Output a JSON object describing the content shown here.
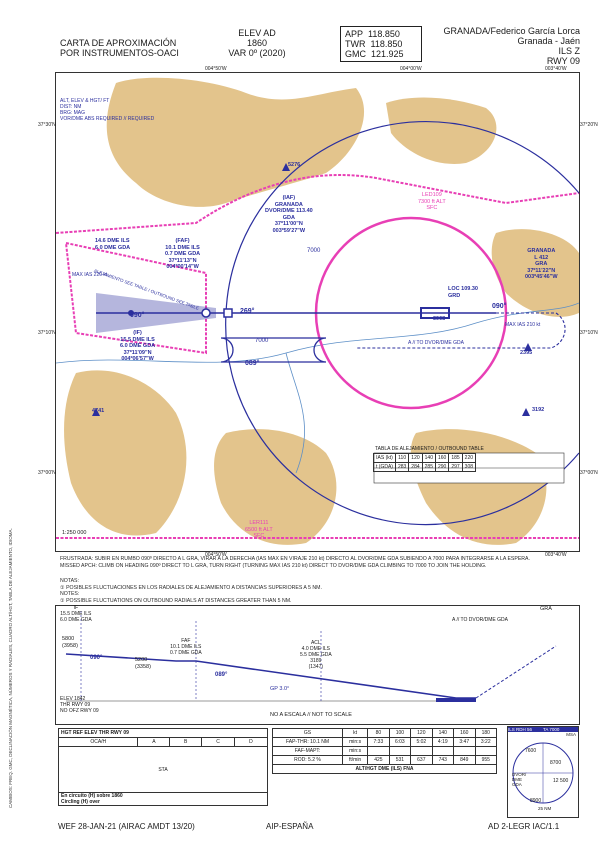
{
  "header": {
    "chart_title_line1": "CARTA DE APROXIMACIÓN",
    "chart_title_line2": "POR INSTRUMENTOS-OACI",
    "elev_label": "ELEV AD",
    "elev_value": "1860",
    "var_label": "VAR 0º (2020)",
    "freq": [
      {
        "name": "APP",
        "value": "118.850"
      },
      {
        "name": "TWR",
        "value": "118.850"
      },
      {
        "name": "GMC",
        "value": "121.925"
      }
    ],
    "airport_line1": "GRANADA/Federico García Lorca",
    "airport_line2": "Granada - Jaén",
    "procedure": "ILS Z",
    "runway": "RWY 09"
  },
  "map": {
    "top_coords": [
      "004°50'W",
      "004°00'W",
      "003°40'W"
    ],
    "bottom_coords": [
      "004°50'W",
      "003°40'W"
    ],
    "left_coords": [
      "37°30'N",
      "37°10'N",
      "37°00'N"
    ],
    "right_coords": [
      "37°20'N",
      "37°10'N",
      "37°00'N"
    ],
    "legend_lines": [
      "ALT, ELEV & HGT/ FT",
      "DIST: NM",
      "BRG: MAG",
      "VOR/DME ABS REQUIRED // REQUIRED"
    ],
    "scale": "1:250 000",
    "iaf": {
      "label": "(IAF)",
      "name": "GRANADA",
      "type": "DVOR/DME 113.40",
      "ident": "GDA",
      "lat": "37º11'00\"N",
      "lon": "003º59'27\"W"
    },
    "faf": {
      "label": "(FAF)",
      "l1": "10.1 DME ILS",
      "l2": "0.7 DME GDA",
      "lat": "37º11'13\"N",
      "lon": "004º00'14\"W"
    },
    "if": {
      "label": "(IF)",
      "l1": "15.5 DME ILS",
      "l2": "6.0 DME GDA",
      "lat": "37º11'09\"N",
      "lon": "004º06'57\"W"
    },
    "granada_ndb": {
      "name": "GRANADA",
      "l1": "L 412",
      "l2": "GRA",
      "lat": "37º11'22\"N",
      "lon": "003º45'46\"W"
    },
    "loc": {
      "l1": "LOC 109.30",
      "l2": "GRD"
    },
    "dme_arc": {
      "l1": "14.6 DME ILS",
      "l2": "6.0 DME GDA"
    },
    "max_ias_220": "MAX IAS 220 kt",
    "max_ias_210": "MAX IAS 210 kt",
    "outbound": "ALEJAMIENTO SEE TABLE / OUTBOUND SEE TABLE",
    "bearing_090": "090°",
    "bearing_269": "269°",
    "bearing_089": "089°",
    "bearing_090b": "090°",
    "alt_7000a": "7000",
    "alt_7000b": "7000",
    "restricted1": {
      "l1": "LED109",
      "l2": "7300 ft ALT",
      "l3": "SFC"
    },
    "restricted2": {
      "l1": "LER111",
      "l2": "6500 ft ALT",
      "l3": "SFC"
    },
    "peaks": [
      {
        "v": "5276"
      },
      {
        "v": "4741"
      },
      {
        "v": "3192"
      },
      {
        "v": "2395"
      },
      {
        "v": "3908"
      }
    ],
    "to_dvor": "A // TO DVOR/DME GDA",
    "table_title": "TABLA DE ALEJAMIENTO / OUTBOUND TABLE",
    "table_head": [
      "IAS (kt)",
      "110",
      "120",
      "140",
      "160",
      "185",
      "220"
    ],
    "table_row": [
      "t (GDA)",
      "283",
      "284",
      "285",
      "290",
      "297",
      "308"
    ]
  },
  "missed": {
    "es": "FRUSTRADA: SUBIR EN RUMBO 090º DIRECTO A L GRA, VIRAR A LA DERECHA (IAS MAX EN VIRAJE 210 kt) DIRECTO AL DVOR/DME GDA SUBIENDO A 7000 PARA INTEGRARSE A LA ESPERA.",
    "en": "MISSED APCH: CLIMB ON HEADING 090º DIRECT TO L GRA, TURN RIGHT (TURNING MAX IAS 210 kt) DIRECT TO DVOR/DME GDA CLIMBING TO 7000 TO JOIN THE HOLDING."
  },
  "notes": {
    "title": "NOTAS:",
    "n1": "① POSIBLES FLUCTUACIONES EN LOS RADIALES DE ALEJAMIENTO A DISTANCIAS SUPERIORES A 5 NM.",
    "title_en": "NOTES:",
    "n1_en": "① POSSIBLE FLUCTUATIONS ON OUTBOUND RADIALS AT DISTANCES GREATER THAN 5 NM."
  },
  "profile": {
    "if": {
      "l1": "IF",
      "l2": "15.5 DME ILS",
      "l3": "6.0 DME GDA"
    },
    "faf": {
      "l1": "FAF",
      "l2": "10.1 DME ILS",
      "l3": "0.7 DME GDA"
    },
    "acl": {
      "l1": "ACL",
      "l2": "4.0 DME ILS",
      "l3": "5.5 DME GDA"
    },
    "alt1": "5800",
    "alt1b": "(3958)",
    "alt2": "5200",
    "alt2b": "(3358)",
    "alt3": "3189",
    "alt3b": "(1347)",
    "hdg1": "090°",
    "hdg2": "089°",
    "gp": "GP 3.0°",
    "gra": "GRA",
    "to_dvor": "A // TO DVOR/DME GDA",
    "elev": "ELEV 1842",
    "thr": "THR RWY 09",
    "nofz": "NO OFZ RWY 09",
    "not_scale": "NO A ESCALA // NOT TO SCALE"
  },
  "minima": {
    "header": "HGT REF ELEV THR RWY 09",
    "oca": "OCA/H",
    "cols": [
      "A",
      "B",
      "C",
      "D"
    ],
    "sta": "STA",
    "circ": "En circuito (H) sobre 1860",
    "circ_en": "Circling (H) over"
  },
  "gs_table": {
    "head": [
      "GS",
      "kt",
      "80",
      "100",
      "120",
      "140",
      "160",
      "180"
    ],
    "rows": [
      [
        "FAP-THR: 10.1 NM",
        "min:s",
        "7:33",
        "6:03",
        "5:02",
        "4:19",
        "3:47",
        "3:22"
      ],
      [
        "FAF-MAPT:",
        "min:s",
        "",
        "",
        "",
        "",
        "",
        ""
      ],
      [
        "ROD: 5.2 %",
        "ft/min",
        "425",
        "531",
        "637",
        "743",
        "849",
        "955"
      ]
    ],
    "fna": "ALT/HGT DME (ILS) FNA"
  },
  "msa": {
    "title": "ILS RDH 56",
    "ta": "TA 7000",
    "msa": "MSA",
    "v1": "7600",
    "v2": "8700",
    "v3": "12 500",
    "v4": "8900",
    "center": "DVOR/ DME GDA",
    "nm": "25 NM"
  },
  "footer": {
    "left": "WEF 28-JAN-21 (AIRAC AMDT 13/20)",
    "center": "AIP-ESPAÑA",
    "right": "AD 2-LEGR IAC/1.1"
  },
  "side_text": "CAMBIOS: FREQ. GMC, DECLINACIÓN MAGNÉTICA, NÚMEROS Y RADIALES, CUADRO ALT/HGT, TABLA DE ALEJAMIENTO, IDIOMA.",
  "colors": {
    "terrain": "#e3c48c",
    "terrain_dark": "#d2a96a",
    "procedure": "#2b2f9e",
    "restricted": "#e83fb5",
    "water": "#5d8fc7"
  }
}
